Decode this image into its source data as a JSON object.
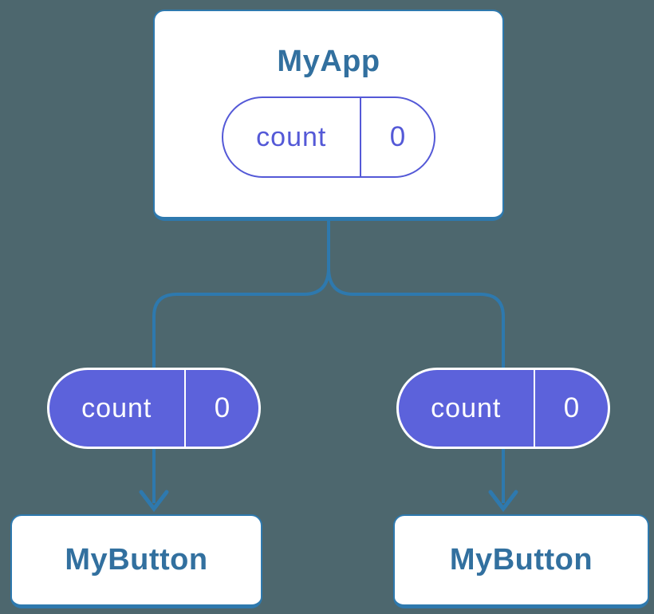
{
  "diagram": {
    "description": "React component tree with lifted state: parent MyApp holds count state passed toward two MyButton children",
    "root": {
      "title": "MyApp",
      "pill": {
        "label": "count",
        "value": "0",
        "style": "outline"
      }
    },
    "children": [
      {
        "title": "MyButton",
        "pill": {
          "label": "count",
          "value": "0",
          "style": "filled"
        }
      },
      {
        "title": "MyButton",
        "pill": {
          "label": "count",
          "value": "0",
          "style": "filled"
        }
      }
    ],
    "colors": {
      "background": "#4D676E",
      "connector_blue": "#2E79AE",
      "node_border_blue": "#2E79AE",
      "node_title_blue": "#32709F",
      "state_fill_purple": "#5C62DB",
      "state_outline_purple": "#5459D7",
      "white": "#FFFFFF"
    }
  }
}
